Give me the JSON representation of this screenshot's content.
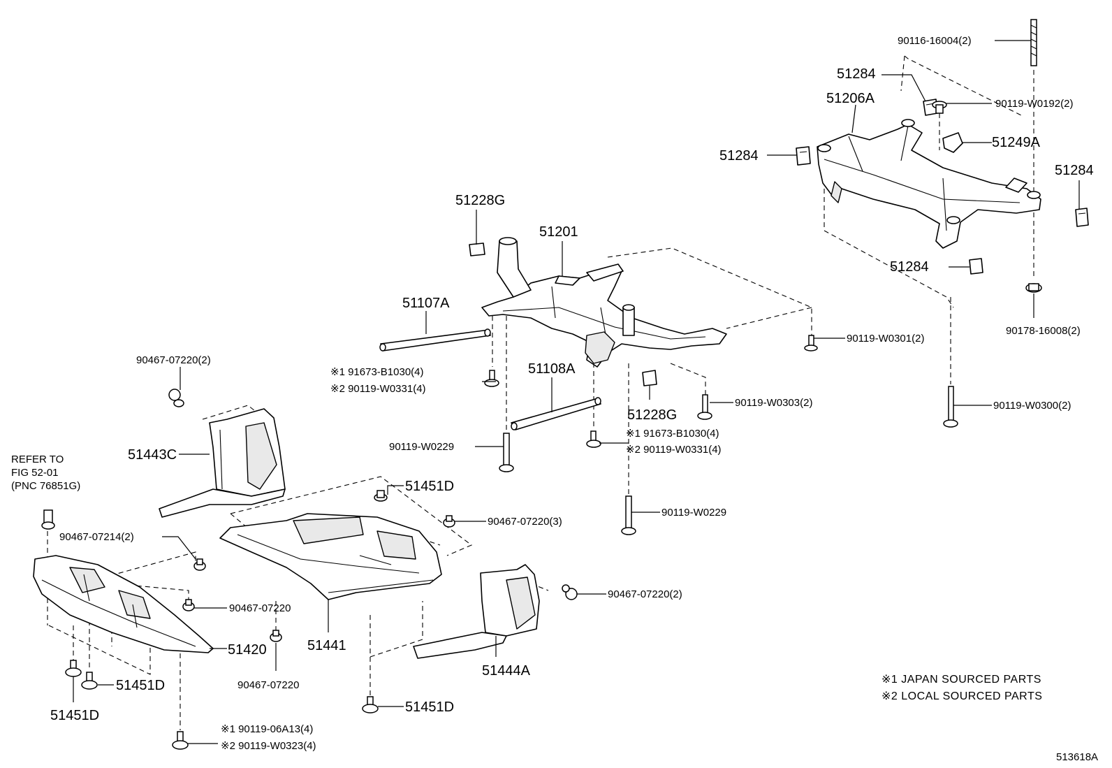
{
  "diagram": {
    "labels": {
      "p51284_top": "51284",
      "p51206A": "51206A",
      "p51284_left": "51284",
      "p51284_right": "51284",
      "p51284_bottom": "51284",
      "p51249A": "51249A",
      "p90116_16004": "90116-16004(2)",
      "p90119_W0192": "90119-W0192(2)",
      "p90178_16008": "90178-16008(2)",
      "p90119_W0300": "90119-W0300(2)",
      "p51228G_top": "51228G",
      "p51201": "51201",
      "p51107A": "51107A",
      "p51108A": "51108A",
      "p51228G_mid": "51228G",
      "p90119_W0301": "90119-W0301(2)",
      "p90119_W0303": "90119-W0303(2)",
      "p91673_B1030_a": "※1 91673-B1030(4)",
      "p90119_W0331_a": "※2 90119-W0331(4)",
      "p91673_B1030_b": "※1 91673-B1030(4)",
      "p90119_W0331_b": "※2 90119-W0331(4)",
      "p90119_W0229_a": "90119-W0229",
      "p90119_W0229_b": "90119-W0229",
      "p90467_07220_2a": "90467-07220(2)",
      "p51443C": "51443C",
      "p51451D_a": "51451D",
      "p90467_07220_3": "90467-07220(3)",
      "p90467_07220_2b": "90467-07220(2)",
      "p90467_07214": "90467-07214(2)",
      "p90467_07220_a": "90467-07220",
      "p90467_07220_b": "90467-07220",
      "p51420": "51420",
      "p51441": "51441",
      "p51444A": "51444A",
      "p51451D_b": "51451D",
      "p51451D_c": "51451D",
      "p51451D_d": "51451D",
      "p90119_06A13": "※1 90119-06A13(4)",
      "p90119_W0323": "※2 90119-W0323(4)"
    },
    "refer": {
      "line1": "REFER TO",
      "line2": "FIG 52-01",
      "line3": "(PNC 76851G)"
    },
    "notes": {
      "note1": "※1 JAPAN SOURCED PARTS",
      "note2": "※2 LOCAL SOURCED PARTS"
    },
    "figure_id": "513618A"
  }
}
